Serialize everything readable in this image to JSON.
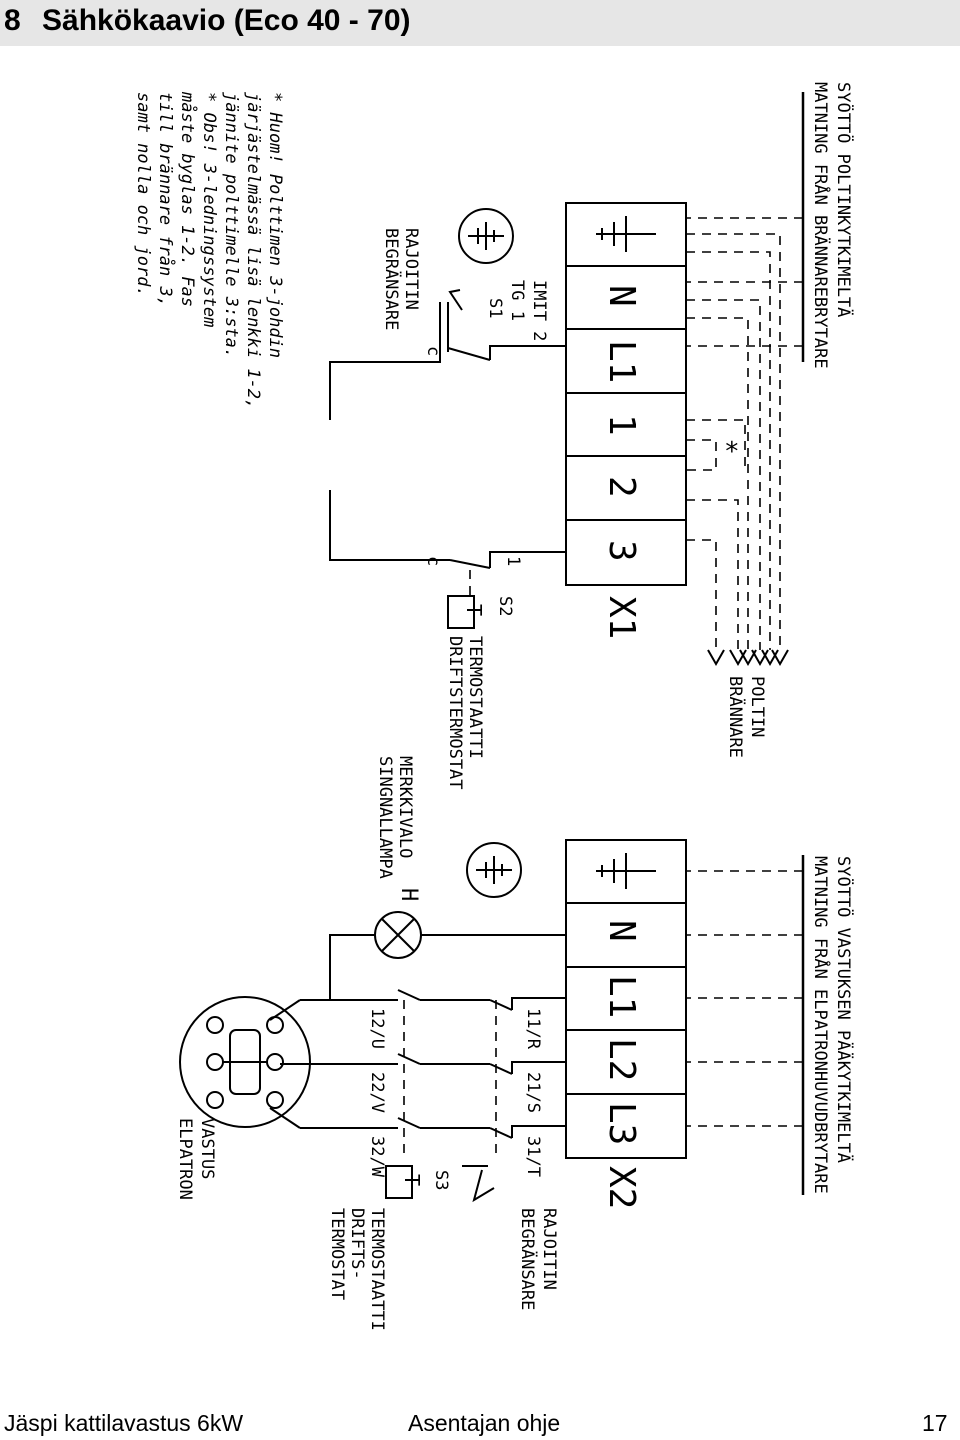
{
  "header": {
    "section_number": "8",
    "title": "Sähkökaavio (Eco 40 - 70)"
  },
  "footer": {
    "product": "Jäspi kattilavastus 6kW",
    "doc": "Asentajan ohje",
    "page": "17"
  },
  "burner_block": {
    "feed_label_fi": "SYÖTTÖ POLTINKYTKIMELTÄ",
    "feed_label_sv": "MATNING FRÅN BRÄNNAREBRYTARE",
    "terminals": [
      "⏚",
      "N",
      "L1",
      "1",
      "2",
      "3"
    ],
    "block_name": "X1",
    "switch_s1_name": "S1",
    "switch_s1_label": "IMIT 2",
    "switch_s1_label2": "TG 1",
    "s1_c": "c",
    "s1_limiter_fi": "RAJOITIN",
    "s1_limiter_sv": "BEGRÄNSARE",
    "switch_s2_name": "S2",
    "s2_pin1": "1",
    "s2_c": "c",
    "thermostat_fi": "TERMOSTAATTI",
    "thermostat_sv": "DRIFTSTERMOSTAT",
    "thermostat_symbol": "T",
    "burner_fi": "POLTIN",
    "burner_sv": "BRÄNNARE",
    "star": "*"
  },
  "notes": {
    "line1": "* Huom! Polttimen 3-johdin",
    "line2": "järjästelmässä lisä lenkki 1-2,",
    "line3": "jännite polttimelle 3:sta.",
    "line4": "* Obs! 3-ledningssystem",
    "line5": "måste byglas 1-2. Fas",
    "line6": "till brännare från 3,",
    "line7": "samt nolla och jord."
  },
  "element_block": {
    "feed_label_fi": "SYÖTTÖ VASTUKSEN PÄÄKYTKIMELTÄ",
    "feed_label_sv": "MATNING FRÅN ELPATRONHUVUDBRYTARE",
    "terminals": [
      "⏚",
      "N",
      "L1",
      "L2",
      "L3"
    ],
    "block_name": "X2",
    "contacts_top": [
      "11/R",
      "21/S",
      "31/T"
    ],
    "contacts_bottom": [
      "12/U",
      "22/V",
      "32/W"
    ],
    "switch_s3_name": "S3",
    "limiter_fi": "RAJOITIN",
    "limiter_sv": "BEGRÄNSARE",
    "thermostat_fi": "TERMOSTAATTI",
    "thermostat_sv1": "DRIFTS-",
    "thermostat_sv2": "TERMOSTAT",
    "thermostat_symbol": "T",
    "lamp_symbol": "H",
    "lamp_fi": "MERKKIVALO",
    "lamp_sv": "SINGNALLAMPA",
    "heater_fi": "VASTUS",
    "heater_sv": "ELPATRON"
  }
}
